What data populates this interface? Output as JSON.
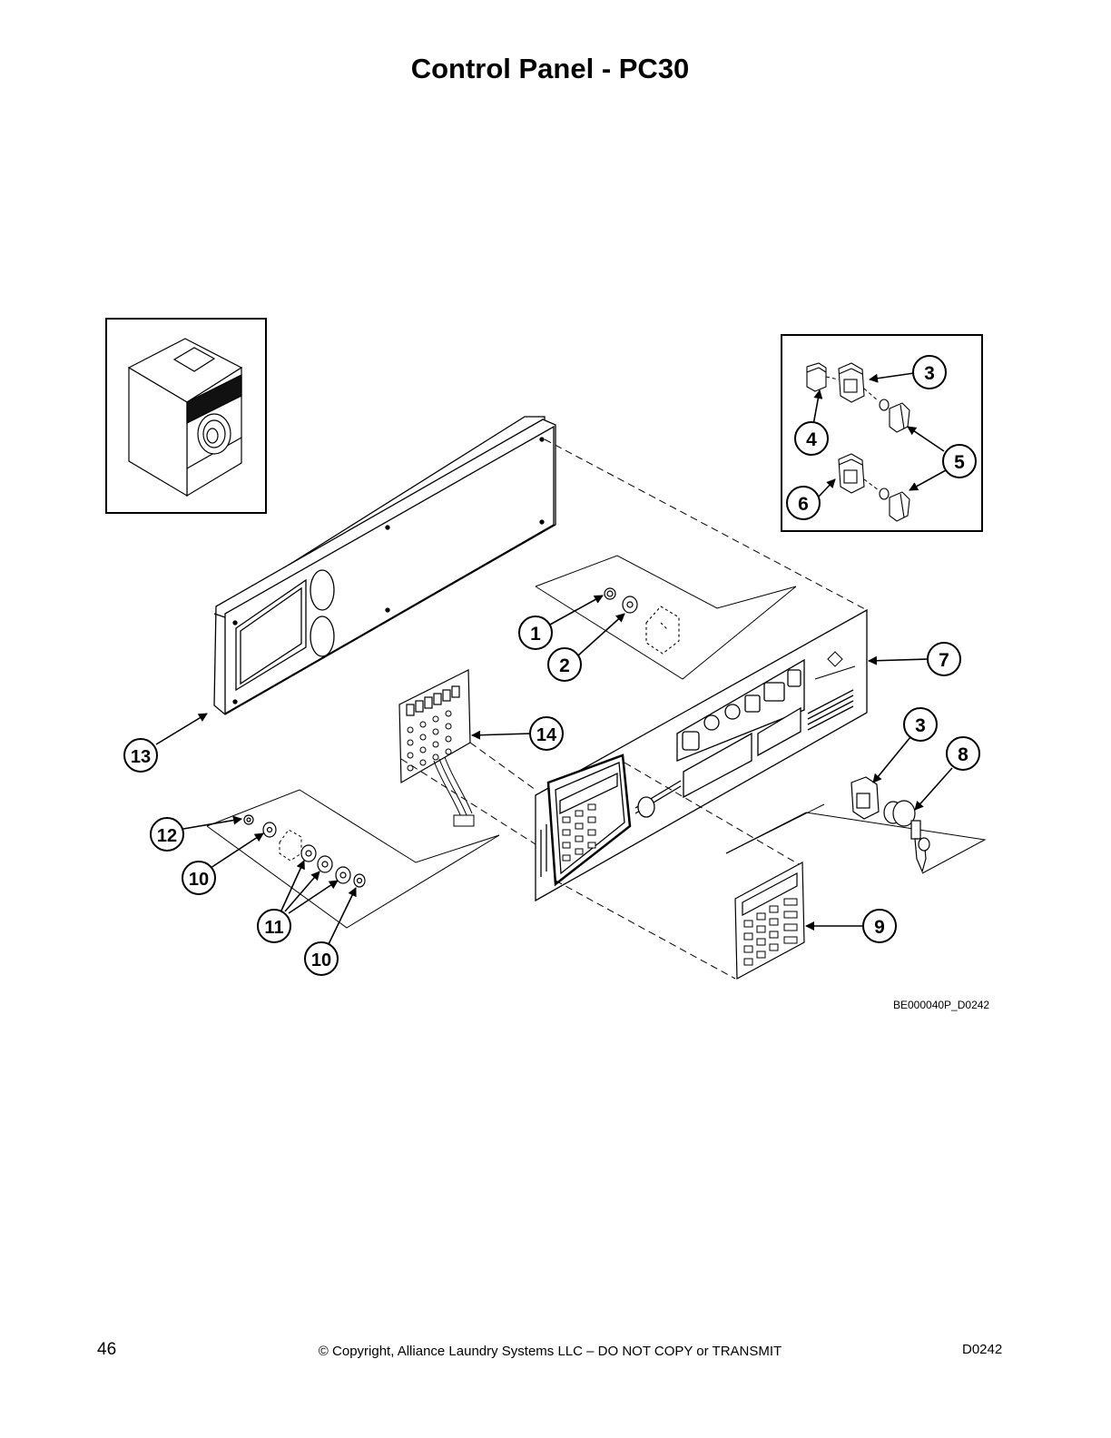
{
  "header": {
    "title": "Control Panel - PC30"
  },
  "diagram": {
    "drawing_id": "BE000040P_D0242",
    "callouts": [
      {
        "id": "c1",
        "number": "1"
      },
      {
        "id": "c2",
        "number": "2"
      },
      {
        "id": "c3a",
        "number": "3"
      },
      {
        "id": "c3b",
        "number": "3"
      },
      {
        "id": "c4",
        "number": "4"
      },
      {
        "id": "c5",
        "number": "5"
      },
      {
        "id": "c6",
        "number": "6"
      },
      {
        "id": "c7",
        "number": "7"
      },
      {
        "id": "c8",
        "number": "8"
      },
      {
        "id": "c9",
        "number": "9"
      },
      {
        "id": "c10a",
        "number": "10"
      },
      {
        "id": "c10b",
        "number": "10"
      },
      {
        "id": "c11",
        "number": "11"
      },
      {
        "id": "c12",
        "number": "12"
      },
      {
        "id": "c13",
        "number": "13"
      },
      {
        "id": "c14",
        "number": "14"
      }
    ]
  },
  "footer": {
    "page_number": "46",
    "copyright": "© Copyright, Alliance Laundry Systems LLC – DO NOT COPY or TRANSMIT",
    "doc_code": "D0242"
  }
}
